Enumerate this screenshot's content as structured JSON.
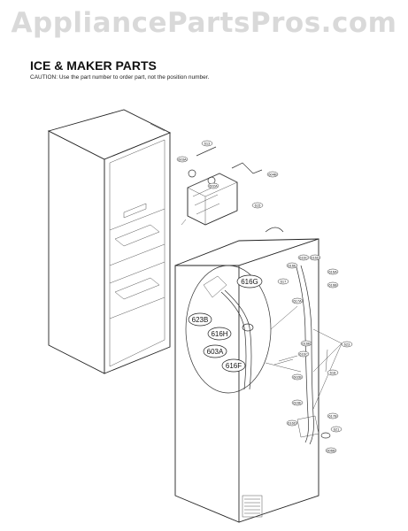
{
  "watermark": "AppliancePartsPros.com",
  "header": {
    "title": "ICE & MAKER PARTS",
    "caution": "CAUTION: Use the part number to order part, not the position number."
  },
  "callouts_large": [
    "616G",
    "623B",
    "616H",
    "603A",
    "616F"
  ],
  "callouts_small": [
    "613",
    "603A",
    "602A",
    "604B",
    "615",
    "616C",
    "616D",
    "616E",
    "616A",
    "617",
    "616B",
    "617A",
    "616B",
    "616C",
    "623",
    "618",
    "602B",
    "616E",
    "616D",
    "617B",
    "621",
    "606B"
  ]
}
